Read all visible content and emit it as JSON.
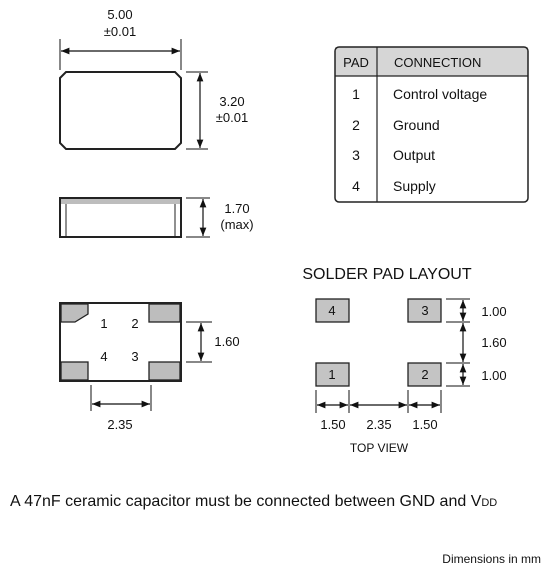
{
  "top_body": {
    "width": "5.00",
    "width_tol": "±0.01",
    "height": "3.20",
    "height_tol": "±0.01"
  },
  "side_body": {
    "thickness": "1.70",
    "thickness_note": "(max)"
  },
  "bottom_body": {
    "pads": [
      "1",
      "2",
      "4",
      "3"
    ],
    "pad_height": "1.60",
    "pad_spacing": "2.35"
  },
  "table": {
    "headers": [
      "PAD",
      "CONNECTION"
    ],
    "rows": [
      {
        "pad": "1",
        "connection": "Control voltage"
      },
      {
        "pad": "2",
        "connection": "Ground"
      },
      {
        "pad": "3",
        "connection": "Output"
      },
      {
        "pad": "4",
        "connection": "Supply"
      }
    ],
    "header_color": "#d6d6d6"
  },
  "solder_layout": {
    "title": "SOLDER PAD LAYOUT",
    "pads": [
      "4",
      "3",
      "1",
      "2"
    ],
    "dims_right": [
      "1.00",
      "1.60",
      "1.00"
    ],
    "dims_bottom": [
      "1.50",
      "2.35",
      "1.50"
    ],
    "view_label": "TOP VIEW",
    "pad_color": "#c4c4c4"
  },
  "note": {
    "text": "A 47nF ceramic capacitor must be connected between GND and V",
    "subscript": "DD"
  },
  "footer": {
    "units": "Dimensions in mm"
  }
}
